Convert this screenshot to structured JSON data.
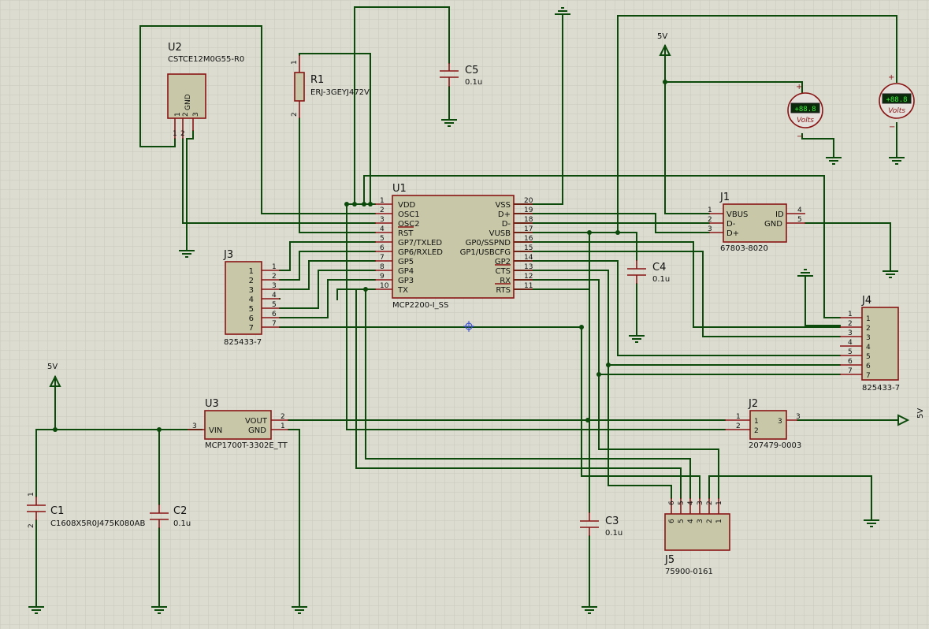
{
  "components": {
    "u1": {
      "ref": "U1",
      "part": "MCP2200-I_SS",
      "left_pins": [
        {
          "num": "1",
          "name": "VDD"
        },
        {
          "num": "2",
          "name": "OSC1"
        },
        {
          "num": "3",
          "name": "OSC2"
        },
        {
          "num": "4",
          "name": "RST"
        },
        {
          "num": "5",
          "name": "GP7/TXLED"
        },
        {
          "num": "6",
          "name": "GP6/RXLED"
        },
        {
          "num": "7",
          "name": "GP5"
        },
        {
          "num": "8",
          "name": "GP4"
        },
        {
          "num": "9",
          "name": "GP3"
        },
        {
          "num": "10",
          "name": "TX"
        }
      ],
      "right_pins": [
        {
          "num": "20",
          "name": "VSS"
        },
        {
          "num": "19",
          "name": "D+"
        },
        {
          "num": "18",
          "name": "D-"
        },
        {
          "num": "17",
          "name": "VUSB"
        },
        {
          "num": "16",
          "name": "GP0/SSPND"
        },
        {
          "num": "15",
          "name": "GP1/USBCFG"
        },
        {
          "num": "14",
          "name": "GP2"
        },
        {
          "num": "13",
          "name": "CTS"
        },
        {
          "num": "12",
          "name": "RX"
        },
        {
          "num": "11",
          "name": "RTS"
        }
      ]
    },
    "u2": {
      "ref": "U2",
      "part": "CSTCE12M0G55-R0",
      "pin_label": "GND",
      "pins": [
        "1",
        "2",
        "3"
      ]
    },
    "u3": {
      "ref": "U3",
      "part": "MCP1700T-3302E_TT",
      "vin": "VIN",
      "vout": "VOUT",
      "gnd": "GND",
      "pin_vin": "3",
      "pin_vout": "2",
      "pin_gnd": "1"
    },
    "r1": {
      "ref": "R1",
      "part": "ERJ-3GEYJ472V",
      "pin1": "1",
      "pin2": "2"
    },
    "c1": {
      "ref": "C1",
      "part": "C1608X5R0J475K080AB",
      "pin1": "1",
      "pin2": "2"
    },
    "c2": {
      "ref": "C2",
      "part": "0.1u"
    },
    "c3": {
      "ref": "C3",
      "part": "0.1u"
    },
    "c4": {
      "ref": "C4",
      "part": "0.1u"
    },
    "c5": {
      "ref": "C5",
      "part": "0.1u"
    },
    "j1": {
      "ref": "J1",
      "part": "67803-8020",
      "pins_left": [
        {
          "num": "1",
          "name": "VBUS"
        },
        {
          "num": "2",
          "name": "D-"
        },
        {
          "num": "3",
          "name": "D+"
        }
      ],
      "pins_right": [
        {
          "num": "4",
          "name": "ID"
        },
        {
          "num": "5",
          "name": "GND"
        }
      ]
    },
    "j2": {
      "ref": "J2",
      "part": "207479-0003",
      "pins_left": [
        "1",
        "2"
      ],
      "pin_right": "3",
      "inner_left": [
        "1",
        "2"
      ],
      "inner_right": "3"
    },
    "j3": {
      "ref": "J3",
      "part": "825433-7",
      "pins": [
        "1",
        "2",
        "3",
        "4",
        "5",
        "6",
        "7"
      ]
    },
    "j4": {
      "ref": "J4",
      "part": "825433-7",
      "pins": [
        "1",
        "2",
        "3",
        "4",
        "5",
        "6",
        "7"
      ],
      "inner": [
        "1",
        "2",
        "3",
        "4",
        "5",
        "6",
        "7"
      ]
    },
    "j5": {
      "ref": "J5",
      "part": "75900-0161",
      "pins": [
        "6",
        "5",
        "4",
        "3",
        "2",
        "1"
      ],
      "inner": [
        "6",
        "5",
        "4",
        "3",
        "2",
        "1"
      ]
    }
  },
  "power": {
    "five_v_1": "5V",
    "five_v_2": "5V",
    "five_v_3": "5V"
  },
  "voltmeters": [
    {
      "label": "Volts",
      "reading": "+88.8",
      "plus": "+",
      "minus": "−"
    },
    {
      "label": "Volts",
      "reading": "+88.8",
      "plus": "+",
      "minus": "−"
    }
  ]
}
